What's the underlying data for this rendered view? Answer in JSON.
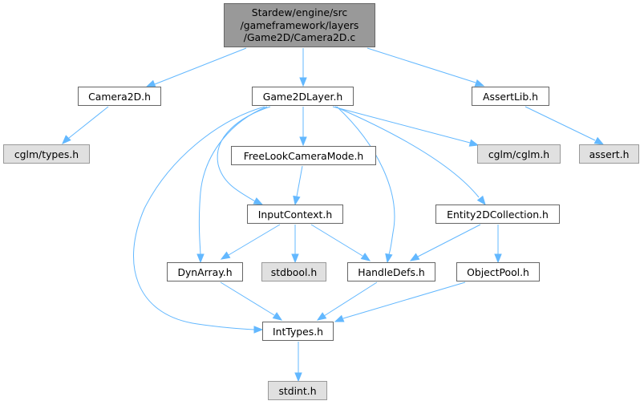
{
  "diagram": {
    "type": "include-dependency-graph",
    "edge_color": "#63b8ff",
    "root": {
      "id": "root",
      "label": "Stardew/engine/src\n/gameframework/layers\n/Game2D/Camera2D.c",
      "fill": "#999999"
    },
    "nodes": [
      {
        "id": "camera2d_h",
        "label": "Camera2D.h",
        "kind": "internal"
      },
      {
        "id": "game2dlayer_h",
        "label": "Game2DLayer.h",
        "kind": "internal"
      },
      {
        "id": "assertlib_h",
        "label": "AssertLib.h",
        "kind": "internal"
      },
      {
        "id": "cglm_types_h",
        "label": "cglm/types.h",
        "kind": "external"
      },
      {
        "id": "freelook_h",
        "label": "FreeLookCameraMode.h",
        "kind": "internal"
      },
      {
        "id": "cglm_cglm_h",
        "label": "cglm/cglm.h",
        "kind": "external"
      },
      {
        "id": "assert_h",
        "label": "assert.h",
        "kind": "external"
      },
      {
        "id": "inputcontext_h",
        "label": "InputContext.h",
        "kind": "internal"
      },
      {
        "id": "entity2d_h",
        "label": "Entity2DCollection.h",
        "kind": "internal"
      },
      {
        "id": "dynarray_h",
        "label": "DynArray.h",
        "kind": "internal"
      },
      {
        "id": "stdbool_h",
        "label": "stdbool.h",
        "kind": "external"
      },
      {
        "id": "handledefs_h",
        "label": "HandleDefs.h",
        "kind": "internal"
      },
      {
        "id": "objectpool_h",
        "label": "ObjectPool.h",
        "kind": "internal"
      },
      {
        "id": "inttypes_h",
        "label": "IntTypes.h",
        "kind": "internal"
      },
      {
        "id": "stdint_h",
        "label": "stdint.h",
        "kind": "external"
      }
    ],
    "edges": [
      {
        "from": "root",
        "to": "camera2d_h"
      },
      {
        "from": "root",
        "to": "game2dlayer_h"
      },
      {
        "from": "root",
        "to": "assertlib_h"
      },
      {
        "from": "camera2d_h",
        "to": "cglm_types_h"
      },
      {
        "from": "assertlib_h",
        "to": "assert_h"
      },
      {
        "from": "game2dlayer_h",
        "to": "freelook_h"
      },
      {
        "from": "game2dlayer_h",
        "to": "cglm_cglm_h"
      },
      {
        "from": "game2dlayer_h",
        "to": "entity2d_h"
      },
      {
        "from": "game2dlayer_h",
        "to": "inputcontext_h"
      },
      {
        "from": "game2dlayer_h",
        "to": "dynarray_h"
      },
      {
        "from": "game2dlayer_h",
        "to": "inttypes_h"
      },
      {
        "from": "game2dlayer_h",
        "to": "handledefs_h"
      },
      {
        "from": "freelook_h",
        "to": "inputcontext_h"
      },
      {
        "from": "inputcontext_h",
        "to": "dynarray_h"
      },
      {
        "from": "inputcontext_h",
        "to": "stdbool_h"
      },
      {
        "from": "inputcontext_h",
        "to": "handledefs_h"
      },
      {
        "from": "entity2d_h",
        "to": "handledefs_h"
      },
      {
        "from": "entity2d_h",
        "to": "objectpool_h"
      },
      {
        "from": "dynarray_h",
        "to": "inttypes_h"
      },
      {
        "from": "handledefs_h",
        "to": "inttypes_h"
      },
      {
        "from": "objectpool_h",
        "to": "inttypes_h"
      },
      {
        "from": "inttypes_h",
        "to": "stdint_h"
      }
    ]
  }
}
